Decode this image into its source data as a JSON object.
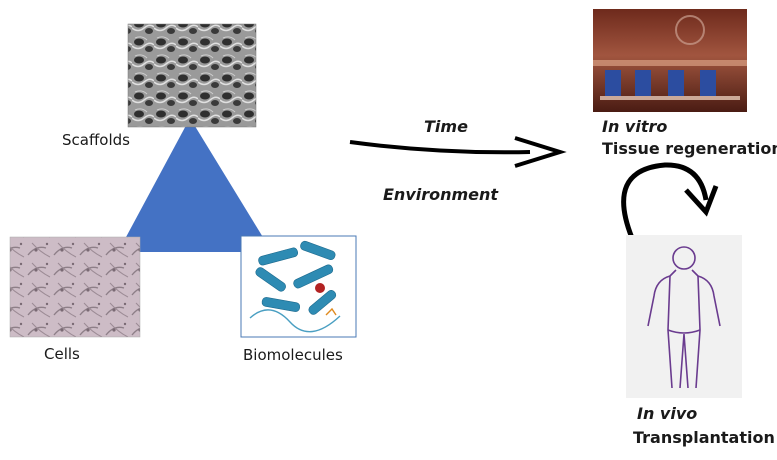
{
  "labels": {
    "scaffolds": "Scaffolds",
    "cells": "Cells",
    "biomolecules": "Biomolecules",
    "time": "Time",
    "environment": "Environment",
    "in_vitro": "In vitro",
    "tissue_regeneration": "Tissue regeneration",
    "in_vivo": "In vivo",
    "transplantation": "Transplantation"
  },
  "colors": {
    "triangle": "#4472c4",
    "arrow": "#000000",
    "protein": "#2e8bb3",
    "body_outline": "#6a3b8f"
  },
  "icons": {
    "scaffold_image": "porous-scaffold-micrograph",
    "cells_image": "cell-culture-micrograph",
    "biomolecules_image": "protein-structure",
    "incubator_image": "bioreactor-incubator-photo",
    "body_image": "human-body-outline"
  }
}
